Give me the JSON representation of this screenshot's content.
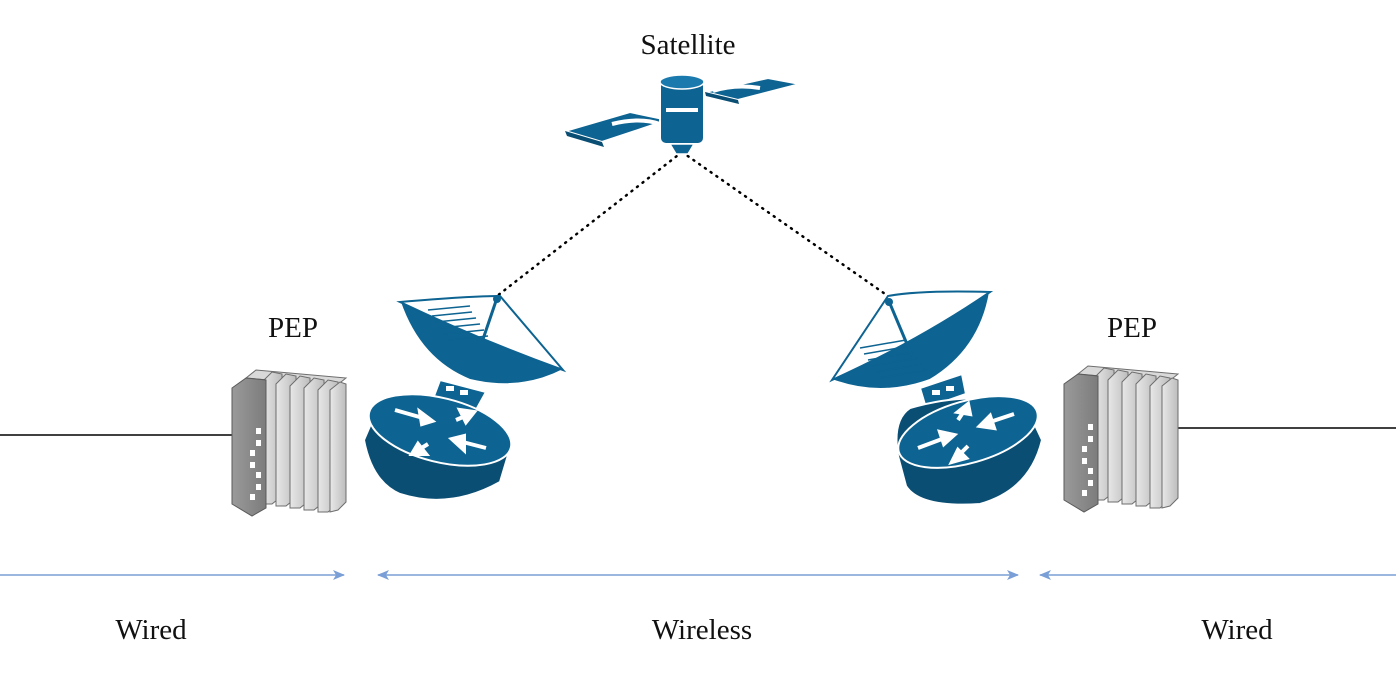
{
  "satellite": {
    "label": "Satellite"
  },
  "pep_left": {
    "label": "PEP"
  },
  "pep_right": {
    "label": "PEP"
  },
  "segments": {
    "wired_left": "Wired",
    "wireless": "Wireless",
    "wired_right": "Wired"
  },
  "colors": {
    "device_blue": "#0d6391",
    "arrow_blue": "#7a9fd6",
    "server_gray": "#8a8a8a",
    "link_line": "#000000"
  },
  "icons": [
    "satellite-icon",
    "dish-icon",
    "router-icon",
    "server-icon"
  ]
}
